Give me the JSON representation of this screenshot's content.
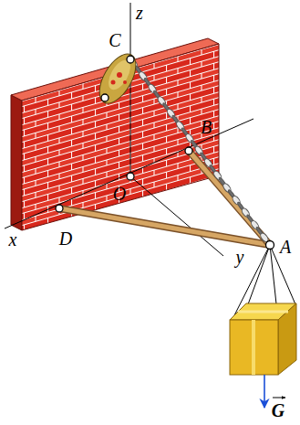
{
  "diagram": {
    "labels": [
      "z",
      "C",
      "B",
      "O",
      "x",
      "D",
      "y",
      "A",
      "G"
    ]
  }
}
